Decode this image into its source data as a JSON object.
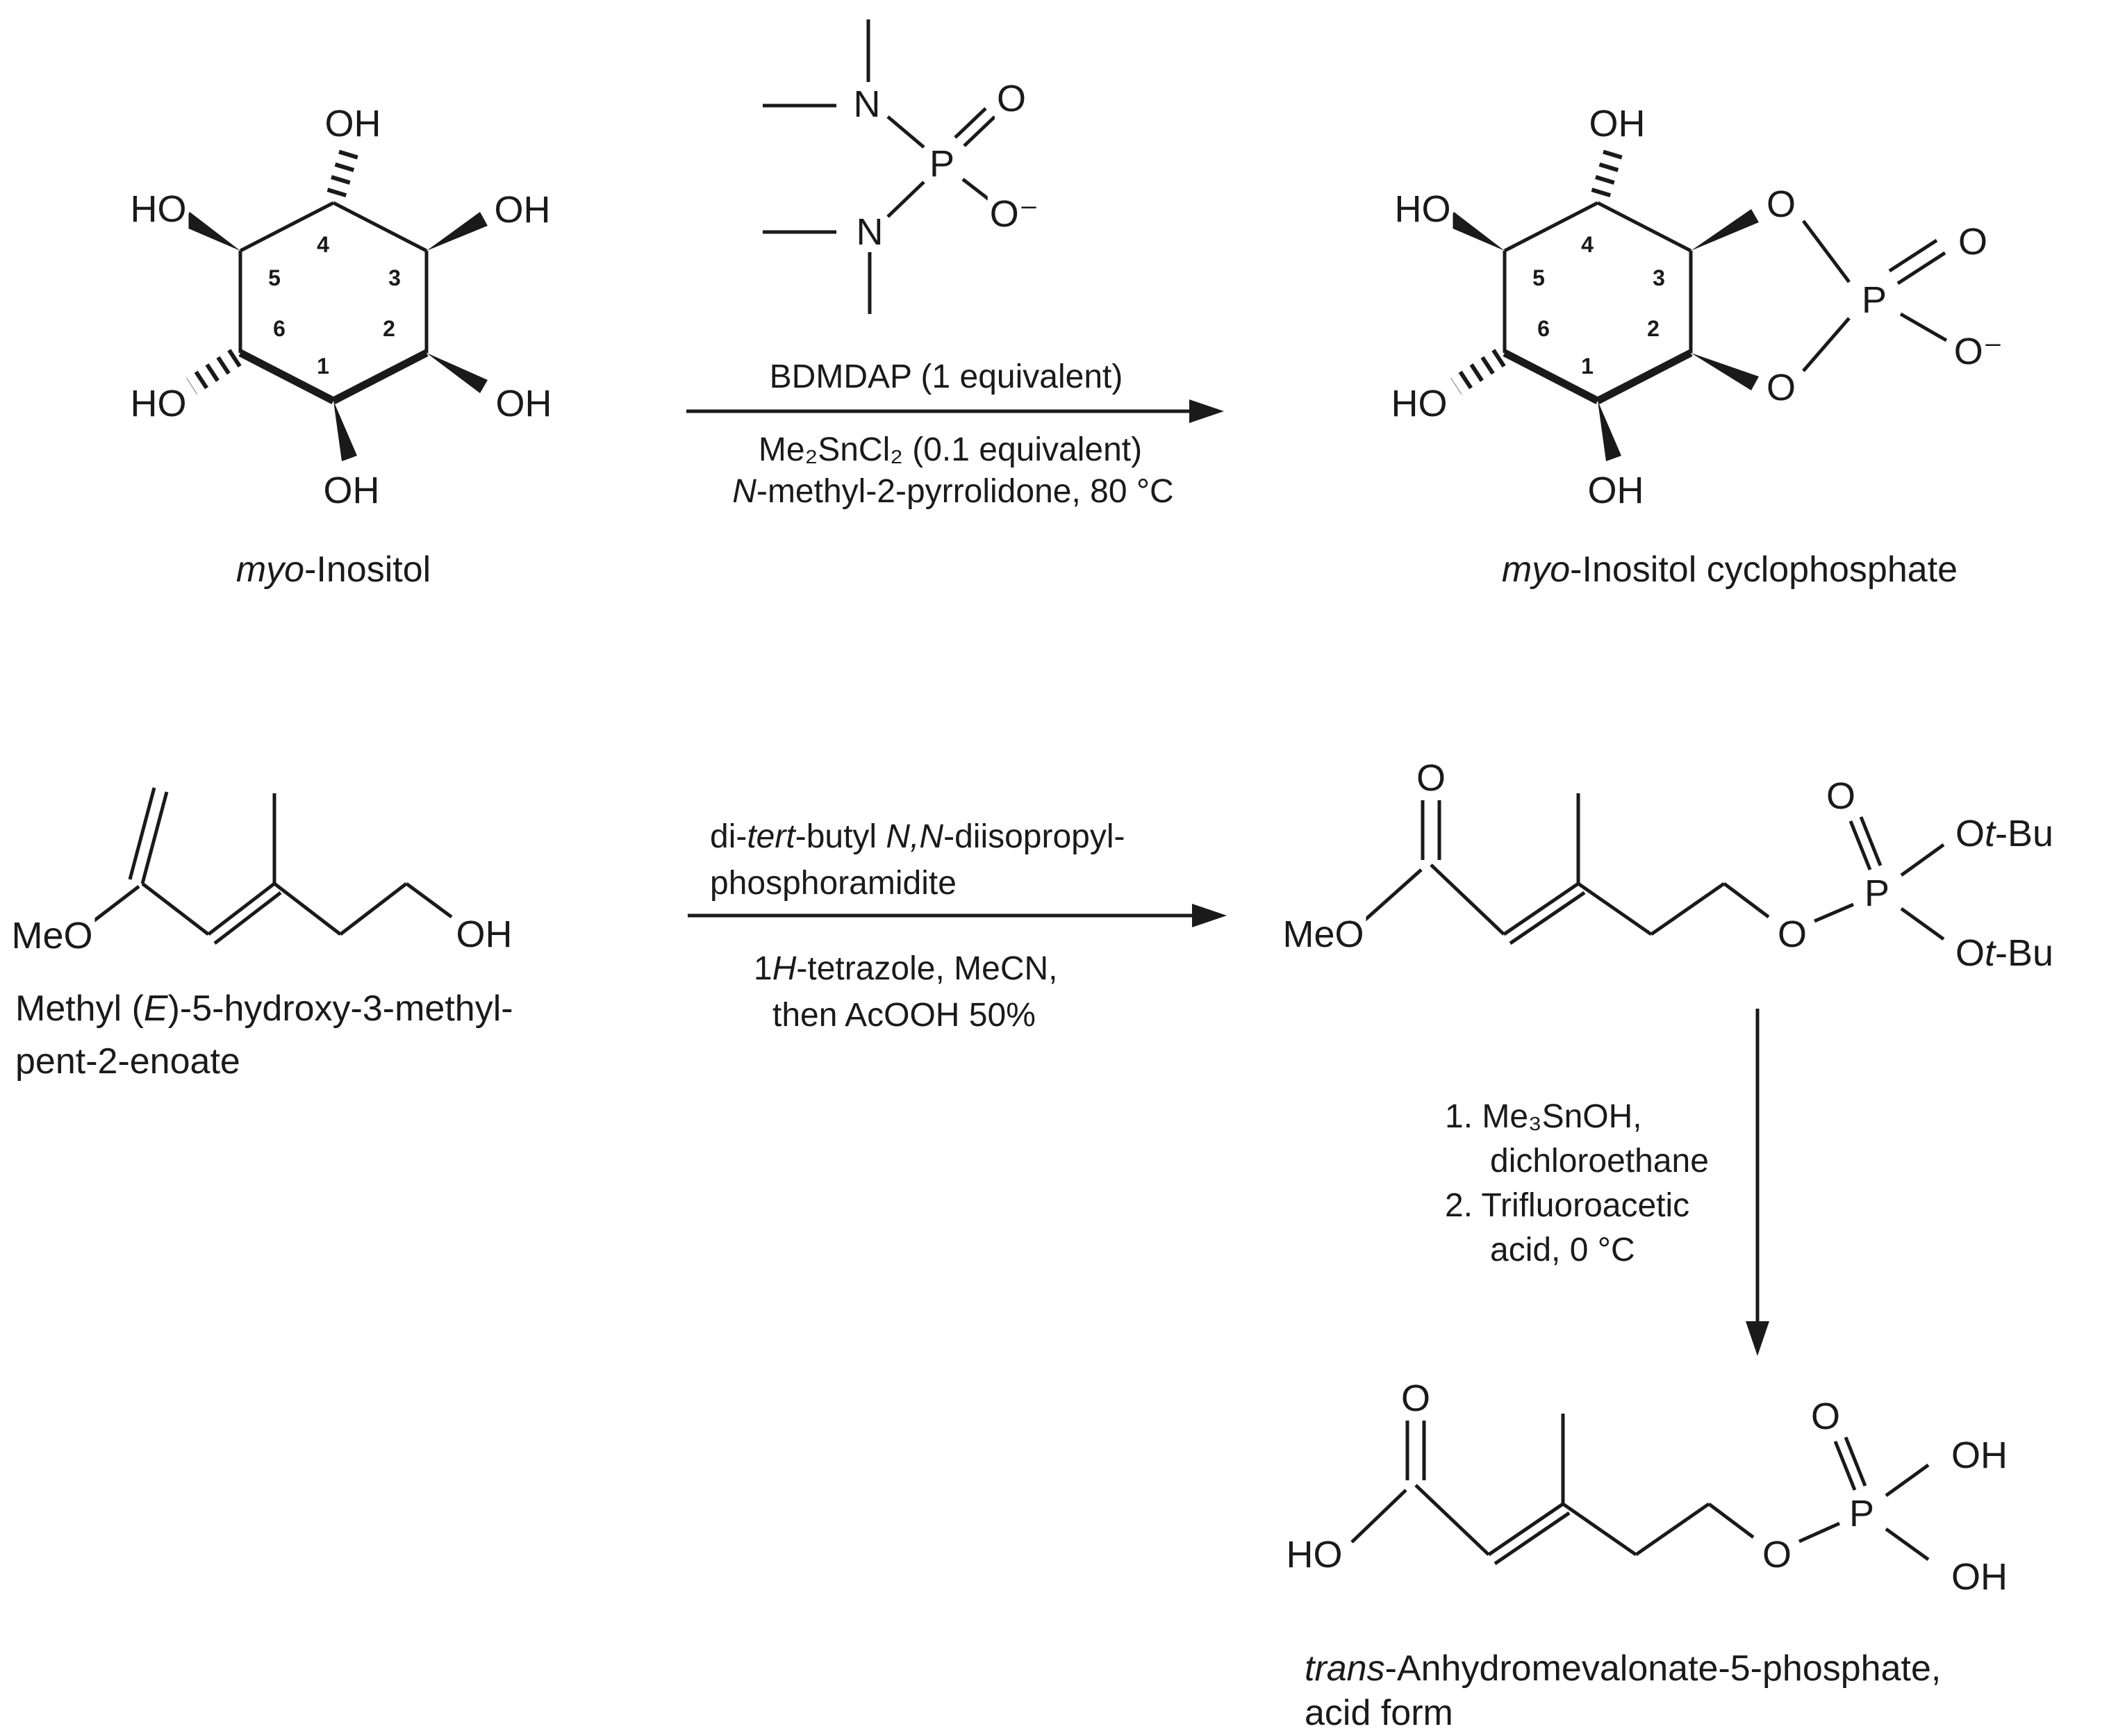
{
  "top_scheme": {
    "inositol": {
      "name_italic": "myo",
      "name_rest": "-Inositol",
      "labels": {
        "oh_top": "OH",
        "ho_upper_left": "HO",
        "oh_upper_right": "OH",
        "ho_lower_left": "HO",
        "oh_lower_right": "OH",
        "oh_bottom": "OH"
      },
      "numbers": {
        "n1": "1",
        "n2": "2",
        "n3": "3",
        "n4": "4",
        "n5": "5",
        "n6": "6"
      }
    },
    "bdmdap": {
      "labels": {
        "n_top": "N",
        "p": "P",
        "o_double": "O",
        "o_minus": "O⁻",
        "n_bottom": "N"
      }
    },
    "conditions": {
      "above": "BDMDAP (1 equivalent)",
      "below1": "Me₂SnCl₂ (0.1 equivalent)",
      "below2_italic": "N",
      "below2_rest": "-methyl-2-pyrrolidone, 80 °C"
    },
    "cyclophosphate": {
      "name_italic": "myo",
      "name_rest": "-Inositol cyclophosphate",
      "labels": {
        "oh_top": "OH",
        "ho_upper_left": "HO",
        "ho_lower_left": "HO",
        "oh_bottom": "OH",
        "o_upper": "O",
        "o_lower": "O",
        "p": "P",
        "o_double": "O",
        "o_minus": "O⁻"
      },
      "numbers": {
        "n1": "1",
        "n2": "2",
        "n3": "3",
        "n4": "4",
        "n5": "5",
        "n6": "6"
      }
    }
  },
  "bottom_scheme": {
    "pentenoate": {
      "name1_pre": "Methyl (",
      "name1_italic": "E",
      "name1_rest": ")-5-hydroxy-3-methyl-",
      "name2": "pent-2-enoate",
      "labels": {
        "meo": "MeO",
        "oh": "OH"
      }
    },
    "step1_conditions": {
      "above1_p1": "di-",
      "above1_i1": "tert",
      "above1_p2": "-butyl ",
      "above1_i2": "N,N",
      "above1_p3": "-diisopropyl-",
      "above2": "phosphoramidite",
      "below1_p1": "1",
      "below1_i1": "H",
      "below1_p2": "-tetrazole, MeCN,",
      "below2": "then AcOOH 50%"
    },
    "intermediate": {
      "labels": {
        "o_carbonyl": "O",
        "meo": "MeO",
        "o_ester": "O",
        "p": "P",
        "o_double": "O",
        "otbu1_o": "O",
        "otbu1_t": "t",
        "otbu1_bu": "-Bu",
        "otbu2_o": "O",
        "otbu2_t": "t",
        "otbu2_bu": "-Bu"
      }
    },
    "step2_conditions": {
      "line1": "1. Me₃SnOH,",
      "line2": "dichloroethane",
      "line3": "2. Trifluoroacetic",
      "line4": "acid, 0 °C"
    },
    "product": {
      "name1_italic": "trans",
      "name1_rest": "-Anhydromevalonate-5-phosphate,",
      "name2": "acid form",
      "labels": {
        "o_carbonyl": "O",
        "ho": "HO",
        "o_ester": "O",
        "p": "P",
        "o_double": "O",
        "oh_top": "OH",
        "oh_bottom": "OH"
      }
    }
  }
}
